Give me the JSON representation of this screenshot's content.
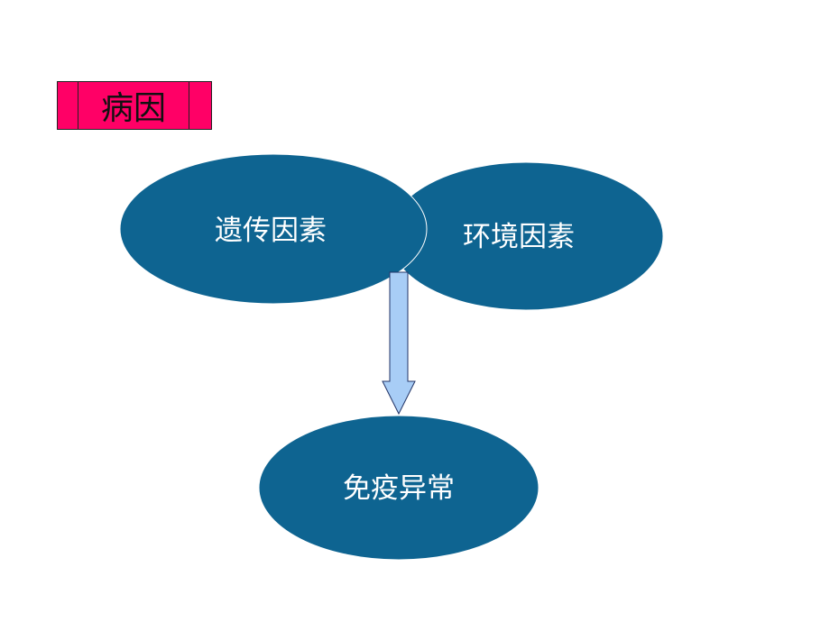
{
  "title": "病因",
  "nodes": {
    "genetic": "遗传因素",
    "environment": "环境因素",
    "immune": "免疫异常"
  },
  "colors": {
    "title_bg": "#ff0066",
    "ellipse_fill": "#0e6491",
    "arrow_fill": "#a8cdf6",
    "arrow_stroke": "#223366"
  }
}
